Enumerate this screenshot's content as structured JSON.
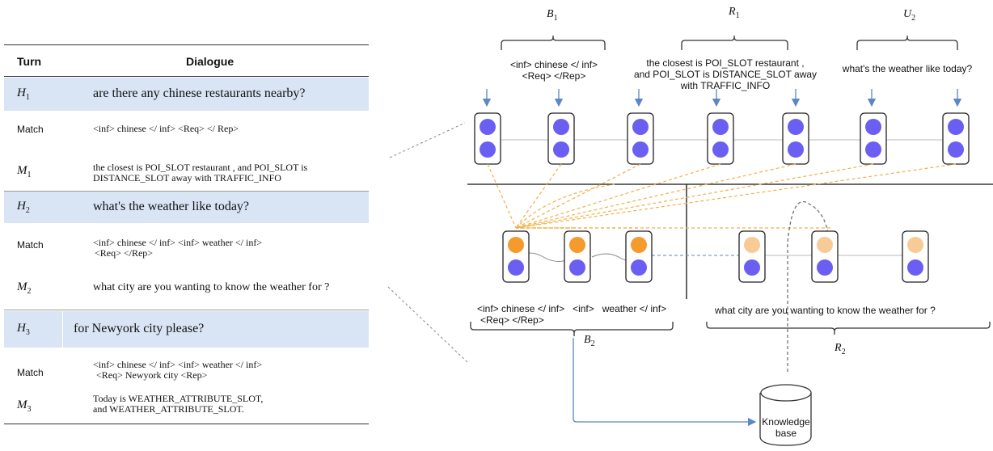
{
  "table": {
    "header": {
      "turn": "Turn",
      "dialogue": "Dialogue"
    },
    "rows": [
      {
        "type": "H",
        "turn": "H",
        "sub": "1",
        "text": "are there any chinese restaurants nearby?"
      },
      {
        "type": "Match",
        "turn": "Match",
        "text": "<inf> chinese </ inf> <Req> </ Rep>"
      },
      {
        "type": "M",
        "turn": "M",
        "sub": "1",
        "lines": [
          "the closest is POI_SLOT restaurant , and POI_SLOT is",
          "DISTANCE_SLOT away with TRAFFIC_INFO"
        ]
      },
      {
        "type": "H",
        "turn": "H",
        "sub": "2",
        "text": "what's the weather like today?"
      },
      {
        "type": "Match",
        "turn": "Match",
        "lines": [
          "<inf> chinese </ inf> <inf> weather </ inf>",
          "<Req> </Rep>"
        ]
      },
      {
        "type": "M",
        "turn": "M",
        "sub": "2",
        "text": "what city are you wanting to know the weather for ?"
      },
      {
        "type": "H",
        "turn": "H",
        "sub": "3",
        "text": "for Newyork city please?"
      },
      {
        "type": "Match",
        "turn": "Match",
        "lines": [
          "<inf> chinese </ inf> <inf> weather </ inf>",
          "<Req> Newyork city <Rep>"
        ]
      },
      {
        "type": "M",
        "turn": "M",
        "sub": "3",
        "lines": [
          "Today is WEATHER_ATTRIBUTE_SLOT,",
          " and WEATHER_ATTRIBUTE_SLOT."
        ]
      }
    ]
  },
  "diagram": {
    "top_groups": [
      {
        "name": "B",
        "sub": "1",
        "lines": [
          "<inf> chinese </ inf>",
          "<Req> </Rep>"
        ]
      },
      {
        "name": "R",
        "sub": "1",
        "lines": [
          "the closest is POI_SLOT restaurant ,",
          "and POI_SLOT is DISTANCE_SLOT away",
          "with TRAFFIC_INFO"
        ]
      },
      {
        "name": "U",
        "sub": "2",
        "lines": [
          "what's the weather like today?"
        ]
      }
    ],
    "bottom_groups": [
      {
        "name": "B",
        "sub": "2",
        "lines": [
          "<inf> chinese </ inf>   <inf>   weather </ inf>",
          "<Req> </Rep>"
        ]
      },
      {
        "name": "R",
        "sub": "2",
        "lines": [
          "what city are you wanting to know the weather for ?"
        ]
      }
    ],
    "knowledge_base": "Knowledge base",
    "colors": {
      "node_blue": "#6b5ef2",
      "node_orange": "#f59a2c",
      "node_light_orange": "#f8cb96",
      "dashed_orange": "#f0b14a",
      "arrow_blue": "#5b87c4",
      "highlight_row": "#d9e5f4"
    }
  }
}
